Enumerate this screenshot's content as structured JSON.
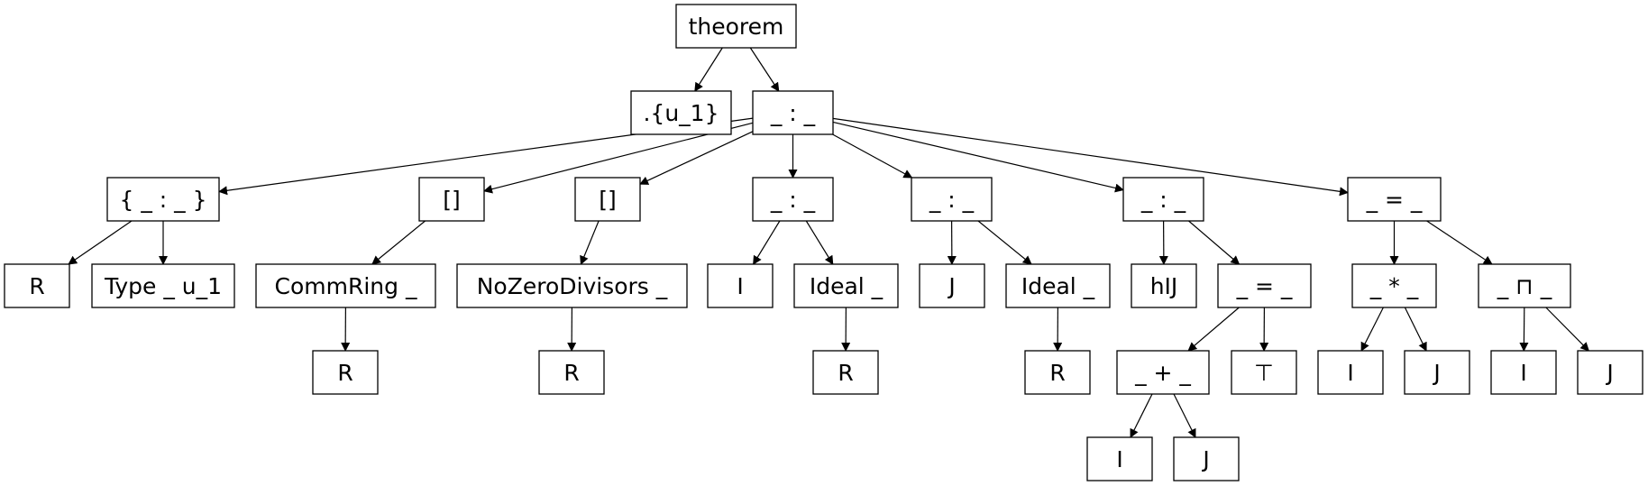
{
  "nodes": [
    {
      "id": "n0",
      "label": "theorem"
    },
    {
      "id": "n1",
      "label": ".{u_1}"
    },
    {
      "id": "n2",
      "label": "_ : _"
    },
    {
      "id": "n3",
      "label": "{ _ : _ }"
    },
    {
      "id": "n4",
      "label": "[]"
    },
    {
      "id": "n5",
      "label": "[]"
    },
    {
      "id": "n6",
      "label": "_ : _"
    },
    {
      "id": "n7",
      "label": "_ : _"
    },
    {
      "id": "n8",
      "label": "_ : _"
    },
    {
      "id": "n9",
      "label": "_ = _"
    },
    {
      "id": "n10",
      "label": "R"
    },
    {
      "id": "n11",
      "label": "Type _ u_1"
    },
    {
      "id": "n12",
      "label": "CommRing _"
    },
    {
      "id": "n13",
      "label": "NoZeroDivisors _"
    },
    {
      "id": "n14",
      "label": "I"
    },
    {
      "id": "n15",
      "label": "Ideal _"
    },
    {
      "id": "n16",
      "label": "J"
    },
    {
      "id": "n17",
      "label": "Ideal _"
    },
    {
      "id": "n18",
      "label": "hIJ"
    },
    {
      "id": "n19",
      "label": "_ = _"
    },
    {
      "id": "n20",
      "label": "_ * _"
    },
    {
      "id": "n21",
      "label": "_ ⊓ _"
    },
    {
      "id": "n22",
      "label": "R"
    },
    {
      "id": "n23",
      "label": "R"
    },
    {
      "id": "n24",
      "label": "R"
    },
    {
      "id": "n25",
      "label": "R"
    },
    {
      "id": "n26",
      "label": "_ + _"
    },
    {
      "id": "n27",
      "label": "⊤"
    },
    {
      "id": "n28",
      "label": "I"
    },
    {
      "id": "n29",
      "label": "J"
    },
    {
      "id": "n30",
      "label": "I"
    },
    {
      "id": "n31",
      "label": "J"
    },
    {
      "id": "n32",
      "label": "I"
    },
    {
      "id": "n33",
      "label": "J"
    }
  ],
  "edges": [
    [
      "n0",
      "n1"
    ],
    [
      "n0",
      "n2"
    ],
    [
      "n2",
      "n3"
    ],
    [
      "n2",
      "n4"
    ],
    [
      "n2",
      "n5"
    ],
    [
      "n2",
      "n6"
    ],
    [
      "n2",
      "n7"
    ],
    [
      "n2",
      "n8"
    ],
    [
      "n2",
      "n9"
    ],
    [
      "n3",
      "n10"
    ],
    [
      "n3",
      "n11"
    ],
    [
      "n4",
      "n12"
    ],
    [
      "n5",
      "n13"
    ],
    [
      "n6",
      "n14"
    ],
    [
      "n6",
      "n15"
    ],
    [
      "n7",
      "n16"
    ],
    [
      "n7",
      "n17"
    ],
    [
      "n8",
      "n18"
    ],
    [
      "n8",
      "n19"
    ],
    [
      "n9",
      "n20"
    ],
    [
      "n9",
      "n21"
    ],
    [
      "n12",
      "n22"
    ],
    [
      "n13",
      "n23"
    ],
    [
      "n15",
      "n24"
    ],
    [
      "n17",
      "n25"
    ],
    [
      "n19",
      "n26"
    ],
    [
      "n19",
      "n27"
    ],
    [
      "n20",
      "n28"
    ],
    [
      "n20",
      "n29"
    ],
    [
      "n21",
      "n30"
    ],
    [
      "n21",
      "n31"
    ],
    [
      "n26",
      "n32"
    ],
    [
      "n26",
      "n33"
    ]
  ]
}
